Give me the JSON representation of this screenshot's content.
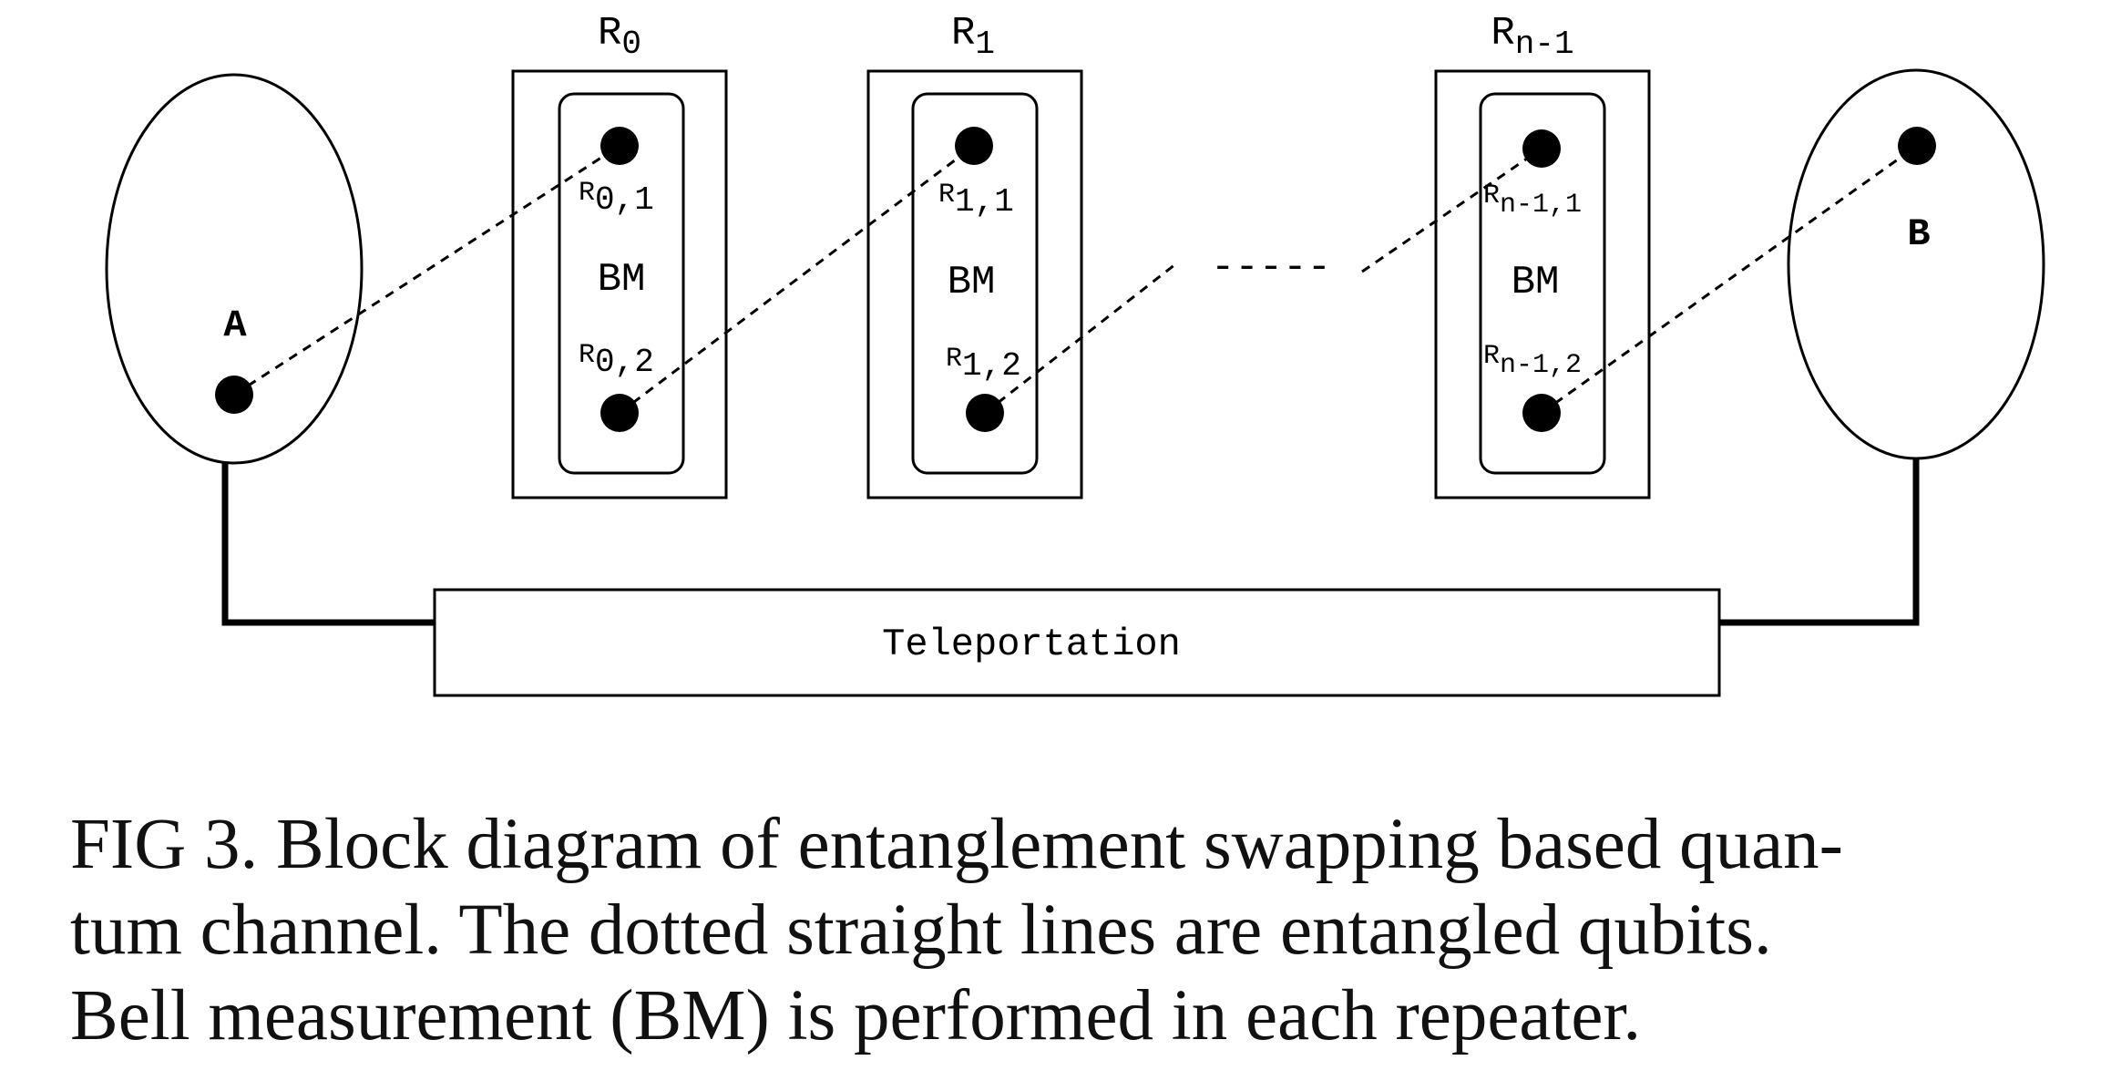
{
  "diagram": {
    "node_a_label": "A",
    "node_b_label": "B",
    "repeaters": [
      {
        "title_base": "R",
        "title_sub": "0",
        "measurement": "BM",
        "qubit_top_base": "R",
        "qubit_top_sub": "0,1",
        "qubit_bottom_base": "R",
        "qubit_bottom_sub": "0,2"
      },
      {
        "title_base": "R",
        "title_sub": "1",
        "measurement": "BM",
        "qubit_top_base": "R",
        "qubit_top_sub": "1,1",
        "qubit_bottom_base": "R",
        "qubit_bottom_sub": "1,2"
      },
      {
        "title_base": "R",
        "title_sub": "n-1",
        "measurement": "BM",
        "qubit_top_base": "R",
        "qubit_top_sub": "n-1,1",
        "qubit_bottom_base": "R",
        "qubit_bottom_sub": "n-1,2"
      }
    ],
    "ellipsis": "-----",
    "teleportation_label": "Teleportation"
  },
  "caption": {
    "line1": "FIG 3. Block diagram of entanglement swapping based quan-",
    "line2": "tum channel. The dotted straight lines are entangled qubits.",
    "line3": "Bell measurement (BM) is performed in each repeater."
  }
}
